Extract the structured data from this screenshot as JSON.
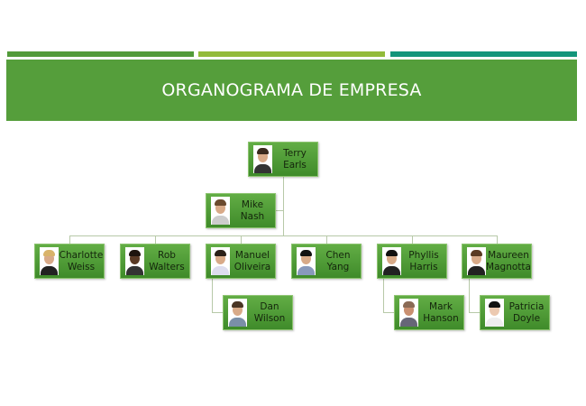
{
  "header": {
    "title": "ORGANOGRAMA DE EMPRESA"
  },
  "colors": {
    "bar1": "#529b3a",
    "bar2": "#92bb3a",
    "bar3": "#13957a",
    "header": "#559e3b"
  },
  "org": {
    "ceo": {
      "first": "Terry",
      "last": "Earls"
    },
    "assistant": {
      "first": "Mike",
      "last": "Nash"
    },
    "reports": [
      {
        "first": "Charlotte",
        "last": "Weiss"
      },
      {
        "first": "Rob",
        "last": "Walters"
      },
      {
        "first": "Manuel",
        "last": "Oliveira"
      },
      {
        "first": "Chen",
        "last": "Yang"
      },
      {
        "first": "Phyllis",
        "last": "Harris"
      },
      {
        "first": "Maureen",
        "last": "Magnotta"
      }
    ],
    "subs": [
      {
        "first": "Dan",
        "last": "Wilson"
      },
      {
        "first": "Mark",
        "last": "Hanson"
      },
      {
        "first": "Patricia",
        "last": "Doyle"
      }
    ]
  }
}
